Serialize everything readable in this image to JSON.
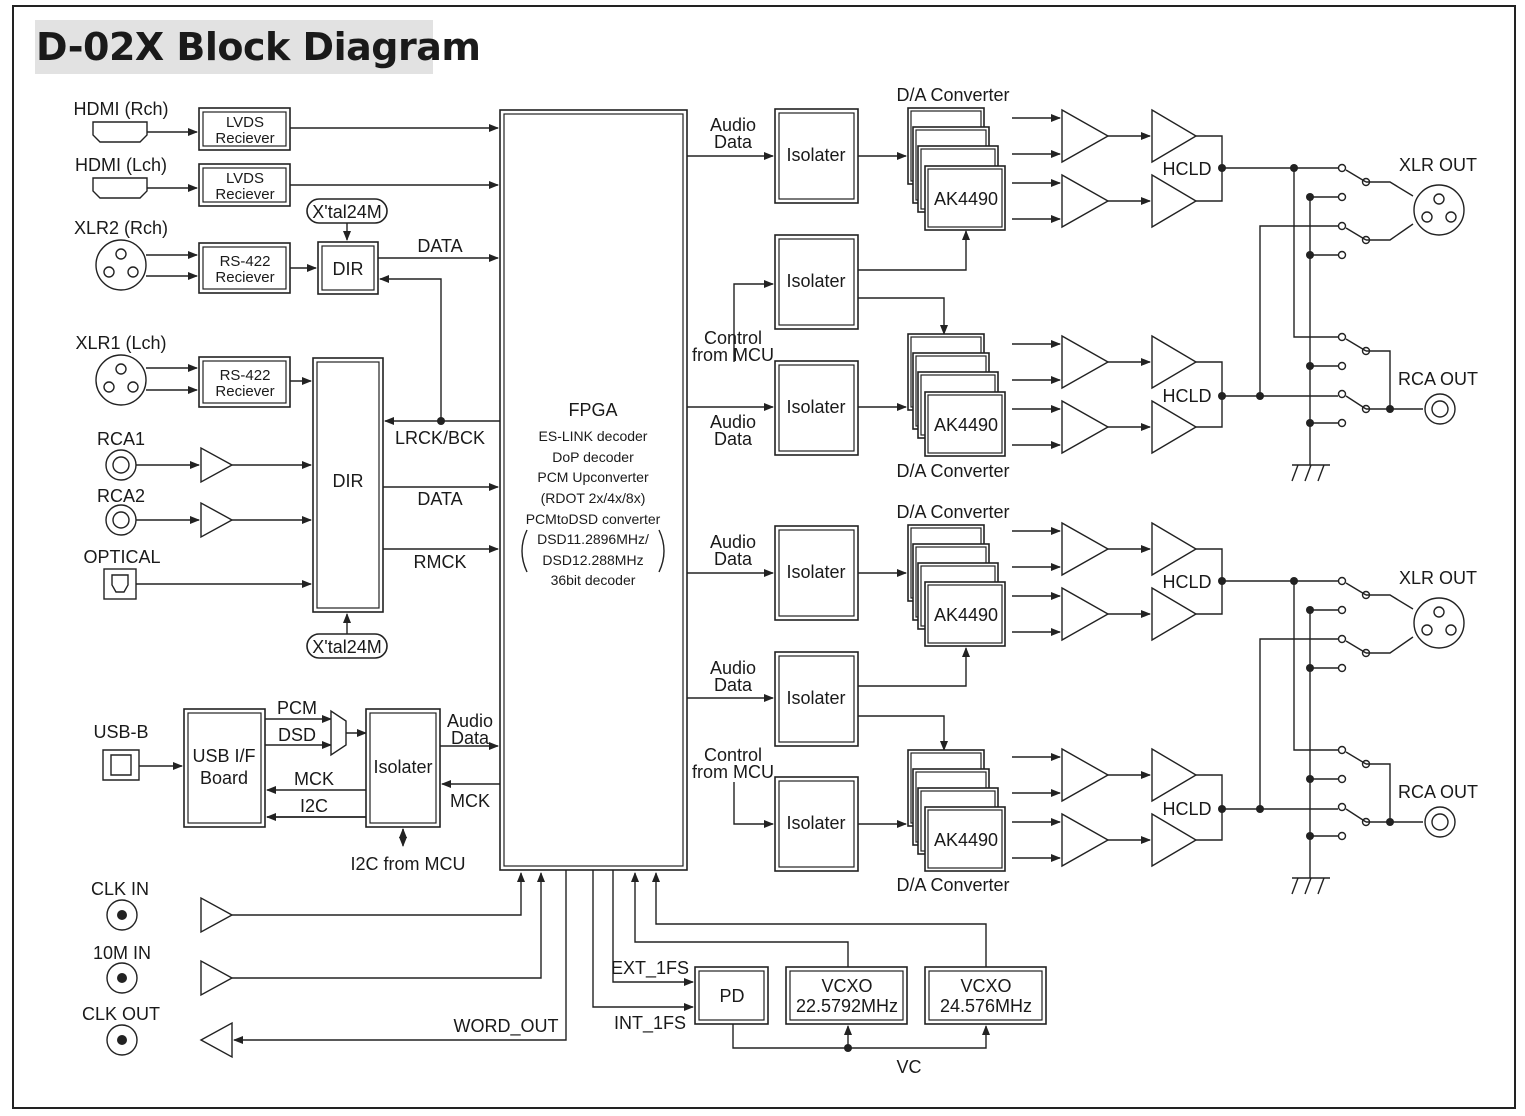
{
  "title": "D-02X Block Diagram",
  "inputs": {
    "hdmi_r": "HDMI (Rch)",
    "hdmi_l": "HDMI (Lch)",
    "xlr2": "XLR2 (Rch)",
    "xlr1": "XLR1 (Lch)",
    "rca1": "RCA1",
    "rca2": "RCA2",
    "optical": "OPTICAL",
    "usb": "USB-B",
    "clk_in": "CLK IN",
    "m10_in": "10M IN",
    "clk_out": "CLK OUT"
  },
  "blocks": {
    "lvds_line1": "LVDS",
    "lvds_line2": "Reciever",
    "rs422_line1": "RS-422",
    "rs422_line2": "Reciever",
    "dir": "DIR",
    "xtal": "X'tal24M",
    "usb_if_line1": "USB I/F",
    "usb_if_line2": "Board",
    "isolater": "Isolater",
    "pd": "PD",
    "vcxo1_line1": "VCXO",
    "vcxo1_line2": "22.5792MHz",
    "vcxo2_line1": "VCXO",
    "vcxo2_line2": "24.576MHz",
    "dac_chip": "AK4490",
    "hcld": "HCLD"
  },
  "fpga": {
    "title": "FPGA",
    "lines": [
      "ES-LINK decoder",
      "DoP decoder",
      "PCM Upconverter",
      "(RDOT 2x/4x/8x)",
      "PCMtoDSD converter",
      "DSD11.2896MHz/",
      "DSD12.288MHz",
      "36bit decoder"
    ]
  },
  "signals": {
    "data": "DATA",
    "lrck_bck": "LRCK/BCK",
    "rmck": "RMCK",
    "pcm": "PCM",
    "dsd": "DSD",
    "mck": "MCK",
    "i2c": "I2C",
    "audio": "Audio",
    "data_word": "Data",
    "i2c_from_mcu": "I2C from MCU",
    "control": "Control",
    "from_mcu": "from MCU",
    "word_out": "WORD_OUT",
    "ext_1fs": "EXT_1FS",
    "int_1fs": "INT_1FS",
    "vc": "VC"
  },
  "outputs": {
    "da_converter": "D/A Converter",
    "xlr_out": "XLR OUT",
    "rca_out": "RCA OUT"
  }
}
